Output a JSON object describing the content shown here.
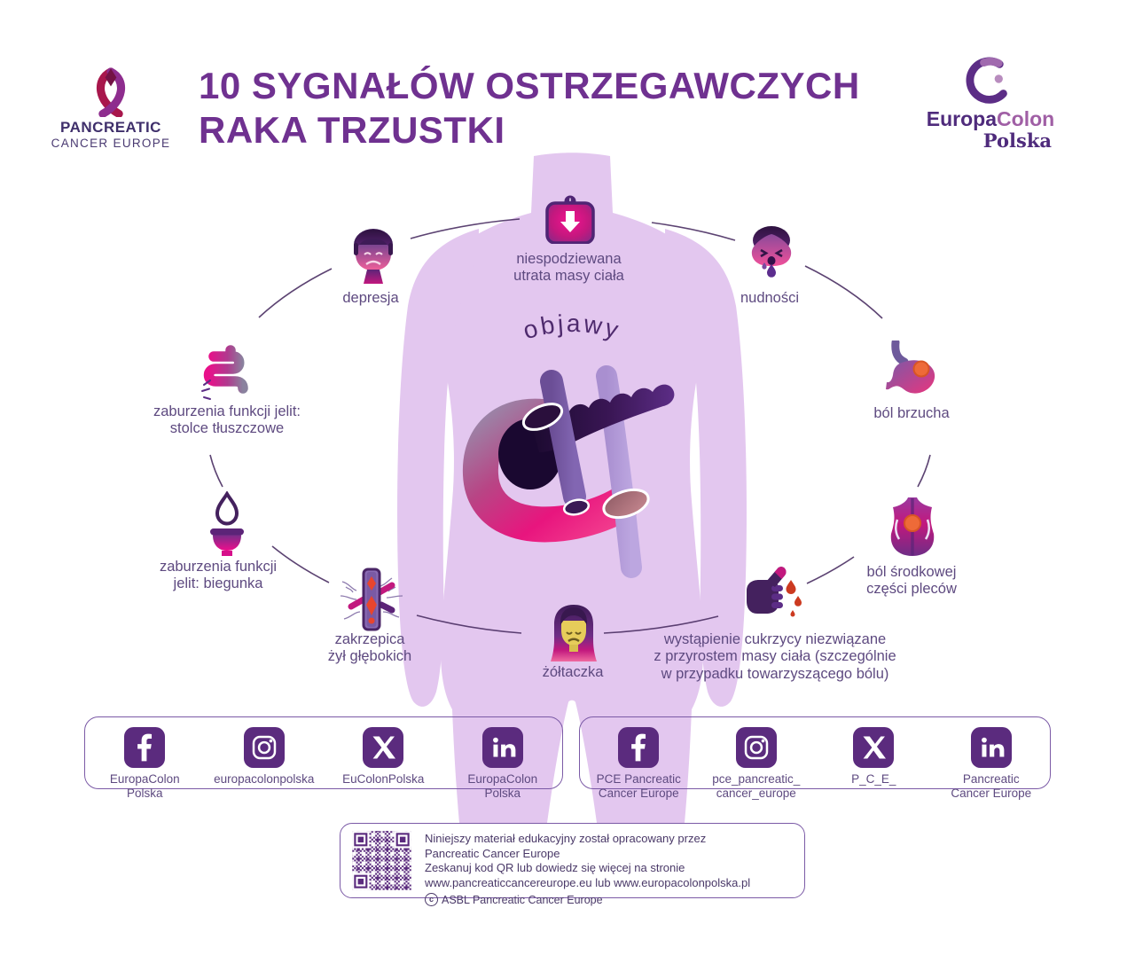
{
  "colors": {
    "accent_purple": "#6F3190",
    "label_purple": "#5E4A80",
    "body_lavender": "#E3C7EF",
    "magenta": "#D6187E",
    "dark_purple": "#4A2566",
    "social_icon_bg": "#5B2B7E"
  },
  "header": {
    "pce_logo": {
      "line1": "PANCREATIC",
      "line2": "CANCER EUROPE"
    },
    "title_line1": "10 SYGNAŁÓW OSTRZEGAWCZYCH",
    "title_line2": "RAKA TRZUSTKI",
    "ec_logo": {
      "part1": "Europa",
      "part2": "Colon",
      "sub": "Polska"
    }
  },
  "diagram": {
    "center_word": "objawy",
    "symptoms": [
      {
        "key": "weight-loss",
        "label": "niespodziewana\nutrata masy ciała"
      },
      {
        "key": "nausea",
        "label": "nudności"
      },
      {
        "key": "abdominal-pain",
        "label": "ból brzucha"
      },
      {
        "key": "mid-back-pain",
        "label": "ból środkowej\nczęści pleców"
      },
      {
        "key": "new-diabetes",
        "label": "wystąpienie cukrzycy niezwiązane\nz przyrostem masy ciała (szczególnie\nw przypadku towarzyszącego bólu)"
      },
      {
        "key": "jaundice",
        "label": "żółtaczka"
      },
      {
        "key": "dvt",
        "label": "zakrzepica\nżył głębokich"
      },
      {
        "key": "diarrhea",
        "label": "zaburzenia funkcji\njelit: biegunka"
      },
      {
        "key": "fatty-stools",
        "label": "zaburzenia funkcji jelit:\nstolce tłuszczowe"
      },
      {
        "key": "depression",
        "label": "depresja"
      }
    ]
  },
  "social": {
    "europacolon": [
      {
        "network": "facebook",
        "handle": "EuropaColon\nPolska"
      },
      {
        "network": "instagram",
        "handle": "europacolonpolska"
      },
      {
        "network": "x",
        "handle": "EuColonPolska"
      },
      {
        "network": "linkedin",
        "handle": "EuropaColon\nPolska"
      }
    ],
    "pce": [
      {
        "network": "facebook",
        "handle": "PCE Pancreatic\nCancer Europe"
      },
      {
        "network": "instagram",
        "handle": "pce_pancreatic_\ncancer_europe"
      },
      {
        "network": "x",
        "handle": "P_C_E_"
      },
      {
        "network": "linkedin",
        "handle": "Pancreatic\nCancer Europe"
      }
    ]
  },
  "footer": {
    "line1": "Niniejszy materiał edukacyjny został opracowany przez",
    "line2": "Pancreatic Cancer Europe",
    "line3": "Zeskanuj kod QR lub dowiedz się więcej na stronie",
    "line4": "www.pancreaticcancereurope.eu lub www.europacolonpolska.pl",
    "copyright_symbol": "c",
    "copyright": "ASBL Pancreatic Cancer Europe"
  }
}
